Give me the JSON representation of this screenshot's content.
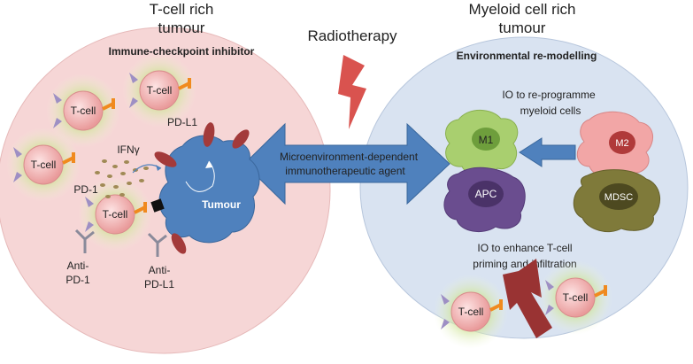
{
  "left": {
    "title_line1": "T-cell rich",
    "title_line2": "tumour",
    "subtitle": "Immune-checkpoint inhibitor",
    "tcell_label": "T-cell",
    "ifn_label": "IFNγ",
    "pd1_label": "PD-1",
    "pdl1_label": "PD-L1",
    "tumour_label": "Tumour",
    "anti_pd1_line1": "Anti-",
    "anti_pd1_line2": "PD-1",
    "anti_pdl1_line1": "Anti-",
    "anti_pdl1_line2": "PD-L1"
  },
  "center": {
    "radiotherapy": "Radiotherapy",
    "arrow_line1": "Microenvironment-dependent",
    "arrow_line2": "immunotherapeutic agent"
  },
  "right": {
    "title_line1": "Myeloid cell rich",
    "title_line2": "tumour",
    "subtitle": "Environmental re-modelling",
    "reprogramme_line1": "IO to re-programme",
    "reprogramme_line2": "myeloid cells",
    "m1_label": "M1",
    "m2_label": "M2",
    "apc_label": "APC",
    "mdsc_label": "MDSC",
    "enhance_line1": "IO to enhance T-cell",
    "enhance_line2": "priming and infiltration",
    "tcell_label": "T-cell"
  },
  "colors": {
    "left_bg": "#f6d6d6",
    "right_bg": "#d9e3f1",
    "tumour": "#4f81bd",
    "double_arrow": "#4f81bd",
    "lightning": "#d9534f",
    "tcell": "#f4b6b6",
    "receptor": "#f08a1e",
    "pdl1": "#a33a3a",
    "m1": "#a9cf6f",
    "m2": "#f2a6a6",
    "apc": "#6a4d8f",
    "mdsc": "#7f7a3a",
    "big_arrow": "#993333"
  }
}
